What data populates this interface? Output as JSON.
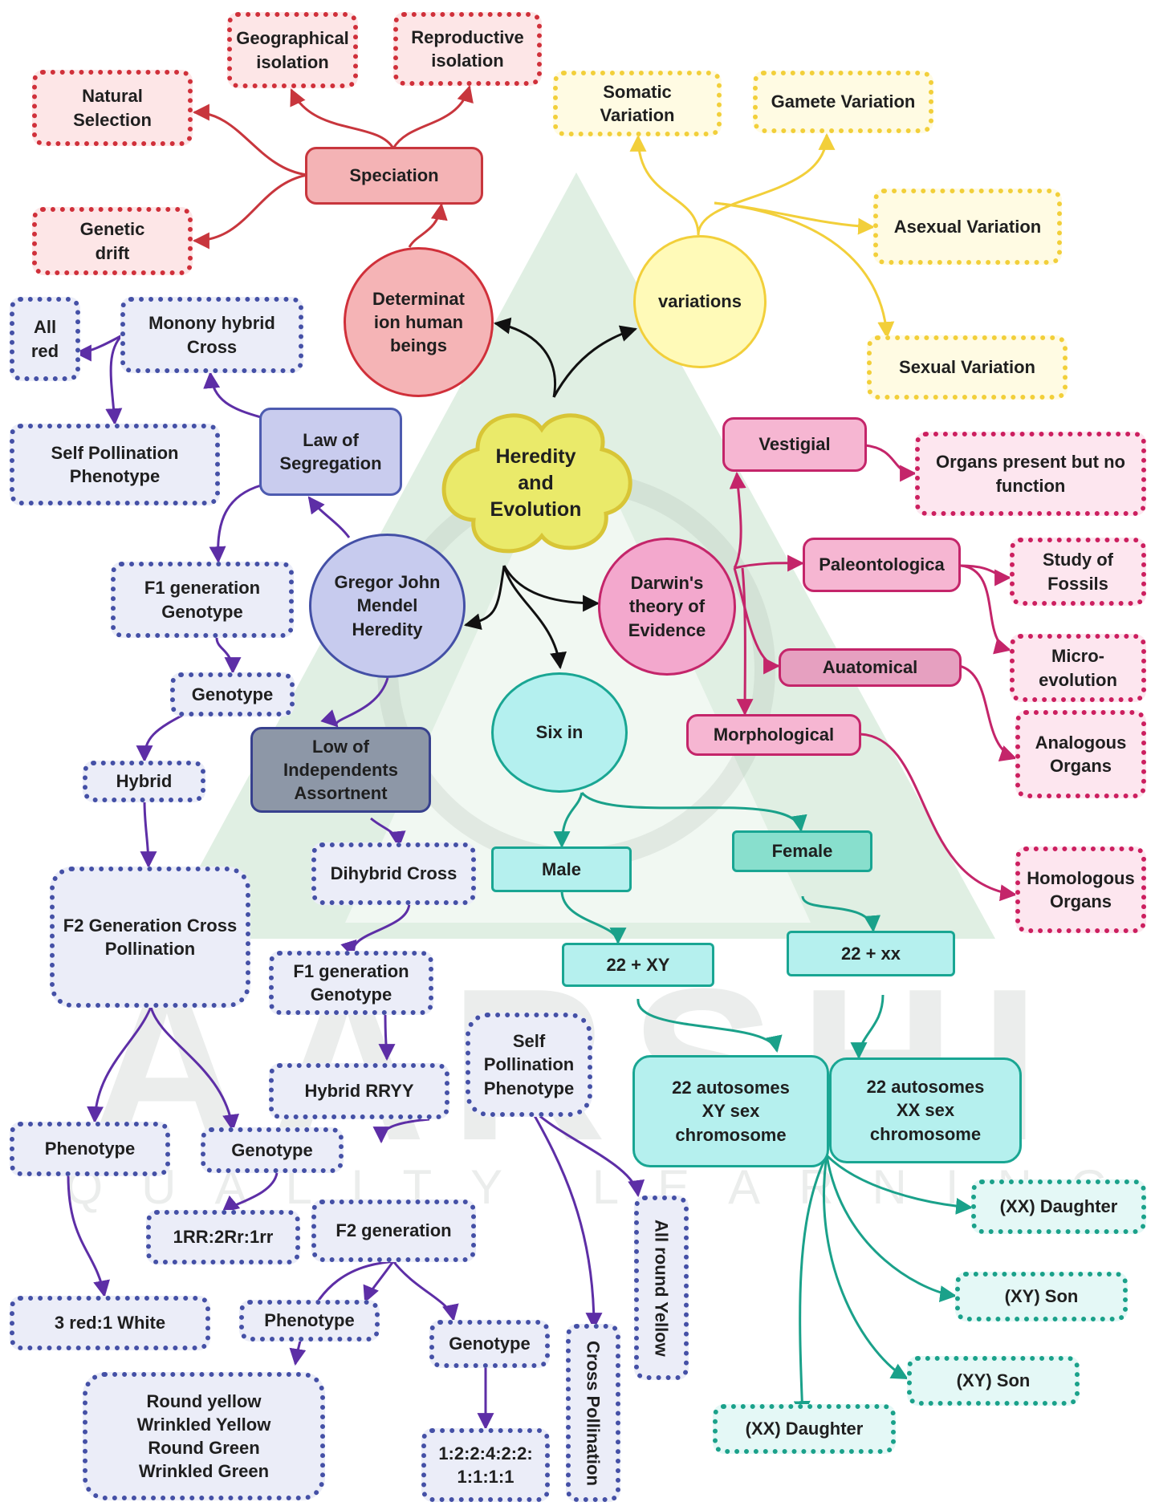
{
  "watermark": {
    "brand": "AARSHI",
    "tagline": "QUALITY LEARNING"
  },
  "center": "Heredity\nand\nEvolution",
  "speciation": {
    "main": "Speciation",
    "geographical": "Geographical\nisolation",
    "reproductive": "Reproductive\nisolation",
    "natural": "Natural\nSelection",
    "drift": "Genetic\ndrift"
  },
  "determination": "Determinat\nion human\nbeings",
  "variations": {
    "main": "variations",
    "somatic": "Somatic Variation",
    "gamete": "Gamete Variation",
    "asexual": "Asexual Variation",
    "sexual": "Sexual Variation"
  },
  "mendel": {
    "main": "Gregor John\nMendel\nHeredity",
    "law_segregation": "Law of\nSegregation",
    "monohybrid": "Monony hybrid\nCross",
    "all_red": "All red",
    "self_poll_pheno": "Self Pollination\nPhenotype",
    "f1_genotype": "F1 generation\nGenotype",
    "genotype": "Genotype",
    "hybrid": "Hybrid",
    "f2_cross": "F2 Generation Cross\nPollination",
    "phenotype_l": "Phenotype",
    "genotype_l": "Genotype",
    "ratio_rr": "1RR:2Rr:1rr",
    "red_white": "3 red:1 White",
    "independent": "Low of\nIndependents\nAssortnent",
    "dihybrid": "Dihybrid Cross",
    "f1_genotype2": "F1 generation\nGenotype",
    "hybrid_rryy": "Hybrid RRYY",
    "f2_generation": "F2 generation",
    "phenotype_r": "Phenotype",
    "genotype_r": "Genotype",
    "round_list": "Round yellow\nWrinkled Yellow\nRound Green\nWrinkled Green",
    "ratio_9": "1:2:2:4:2:2:\n1:1:1:1",
    "self_poll_pheno2": "Self\nPollination\nPhenotype",
    "cross_poll": "Cross Pollination",
    "all_round": "All round Yellow"
  },
  "darwin": {
    "main": "Darwin's\ntheory of\nEvidence",
    "vestigial": "Vestigial",
    "organs_no_fn": "Organs present but no\nfunction",
    "paleo": "Paleontologica",
    "fossils": "Study of\nFossils",
    "micro": "Micro-\nevolution",
    "anatomical": "Auatomical",
    "analogous": "Analogous\nOrgans",
    "morphological": "Morphological",
    "homologous": "Homologous\nOrgans"
  },
  "sex": {
    "main": "Six in",
    "male": "Male",
    "female": "Female",
    "xy": "22 + XY",
    "xx": "22 + xx",
    "auto_xy": "22 autosomes\nXY sex\nchromosome",
    "auto_xx": "22 autosomes\nXX sex\nchromosome",
    "daughter1": "(XX) Daughter",
    "son1": "(XY) Son",
    "son2": "(XY) Son",
    "daughter2": "(XX) Daughter"
  },
  "colors": {
    "speciation": "#c8363d",
    "variations": "#f2cf3a",
    "mendel": "#5d2ea6",
    "darwin": "#c4256a",
    "sex": "#1aa18a",
    "center_links": "#111111"
  }
}
